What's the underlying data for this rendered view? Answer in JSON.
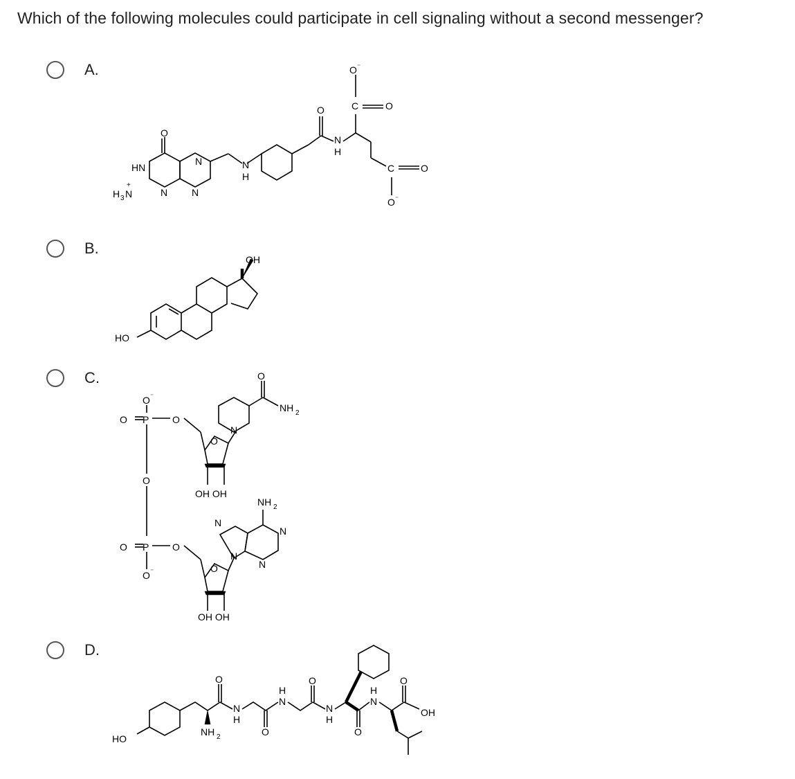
{
  "question": {
    "text": "Which of the following molecules could participate in cell signaling without a second messenger?"
  },
  "options": [
    {
      "label": "A.",
      "selected": false
    },
    {
      "label": "B.",
      "selected": false
    },
    {
      "label": "C.",
      "selected": false
    },
    {
      "label": "D.",
      "selected": false
    }
  ],
  "structures": {
    "a": {
      "hn": "HN",
      "h3n": "H",
      "n_plus": "N",
      "plus": "+",
      "three": "3",
      "n": "N",
      "h": "H",
      "o": "O",
      "o_minus": "O",
      "minus": "⁻",
      "c": "C"
    },
    "b": {
      "oh": "OH",
      "ho": "HO"
    },
    "c": {
      "o": "O",
      "o_minus": "O",
      "minus": "⁻",
      "p": "P",
      "n": "N",
      "nh": "NH",
      "two": "2",
      "ohoh": "OH OH"
    },
    "d": {
      "ho": "HO",
      "oh": "OH",
      "nh": "NH",
      "two": "2",
      "n": "N",
      "h": "H",
      "o": "O"
    }
  },
  "colors": {
    "text": "#222222",
    "radio_border": "#555555",
    "bonds": "#000000"
  }
}
